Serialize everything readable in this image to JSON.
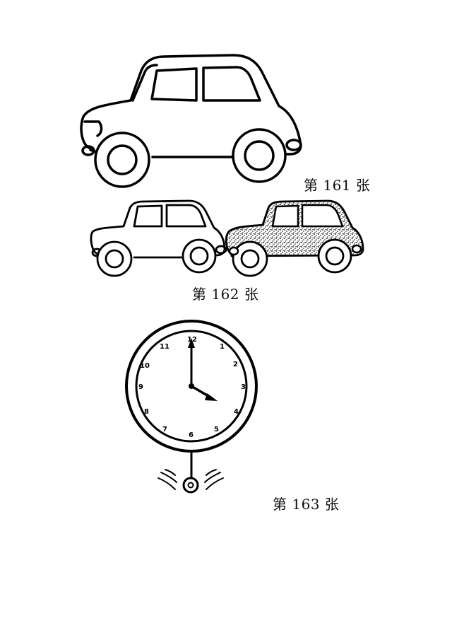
{
  "captions": {
    "card_161": "第 161 张",
    "card_162": "第 162 张",
    "card_163": "第 163 张"
  },
  "clock": {
    "numerals": [
      "12",
      "1",
      "2",
      "3",
      "4",
      "5",
      "6",
      "7",
      "8",
      "9",
      "10",
      "11"
    ],
    "time_shown": "4:00"
  },
  "colors": {
    "ink": "#000000",
    "paper": "#ffffff",
    "shaded_car": "#808080"
  },
  "icons": [
    "car-icon",
    "car-icon",
    "shaded-car-icon",
    "pendulum-clock-icon"
  ]
}
